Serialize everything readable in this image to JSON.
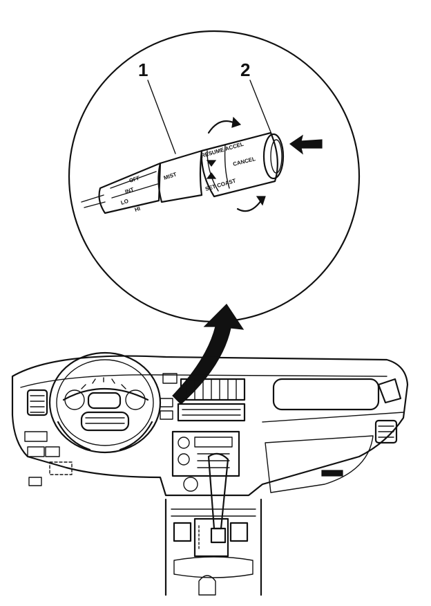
{
  "callouts": [
    {
      "id": "1",
      "label": "1"
    },
    {
      "id": "2",
      "label": "2"
    }
  ],
  "stalk_labels": {
    "off": "OFF",
    "int": "INT",
    "lo": "LO",
    "hi": "HI",
    "mist": "MIST",
    "resume_accel": "RESUME ACCEL",
    "set_coast": "SET COAST",
    "cancel": "CANCEL"
  },
  "colors": {
    "ink": "#111111",
    "paper": "#ffffff"
  }
}
